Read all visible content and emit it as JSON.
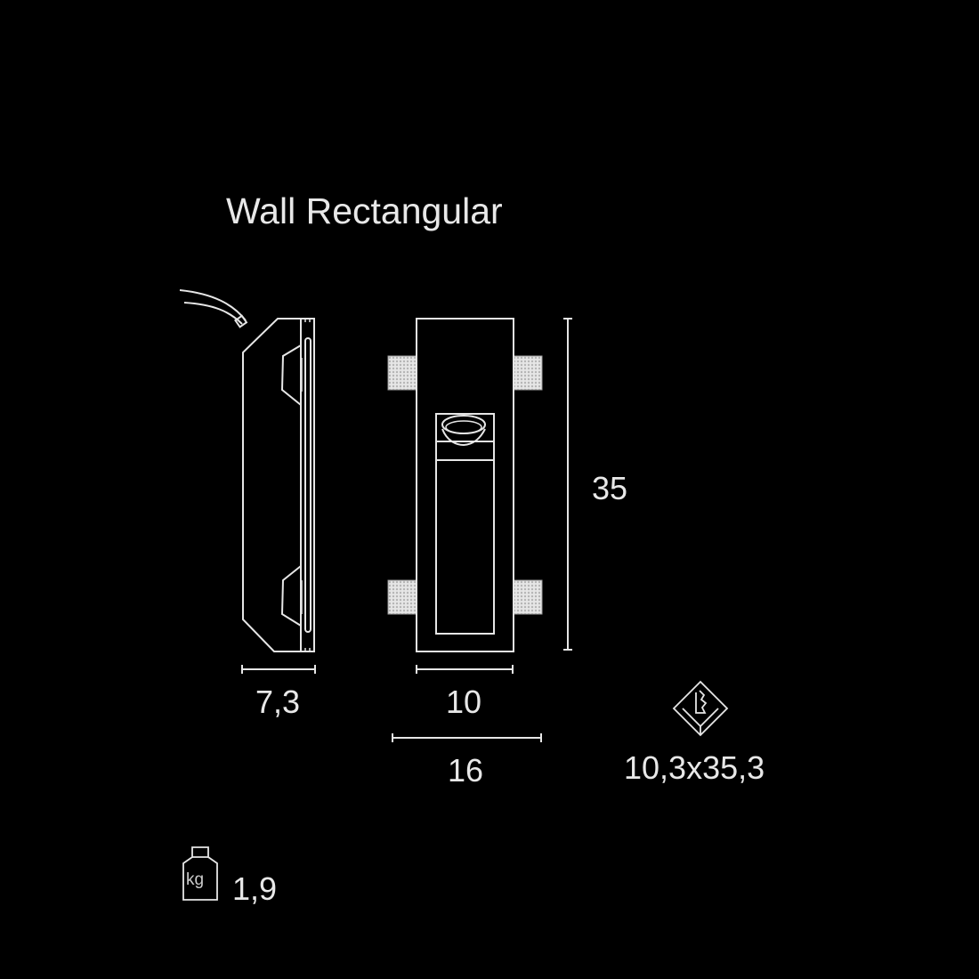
{
  "title": "Wall Rectangular",
  "dimensions": {
    "depth": "7,3",
    "front_width": "10",
    "overall_width": "16",
    "height": "35",
    "cutout": "10,3x35,3",
    "weight": "1,9"
  },
  "icons": {
    "cutout": "recess-cutout-icon",
    "weight": "weight-kg-icon",
    "weight_label": "kg"
  },
  "colors": {
    "background": "#000000",
    "line": "#e6e6e6"
  }
}
